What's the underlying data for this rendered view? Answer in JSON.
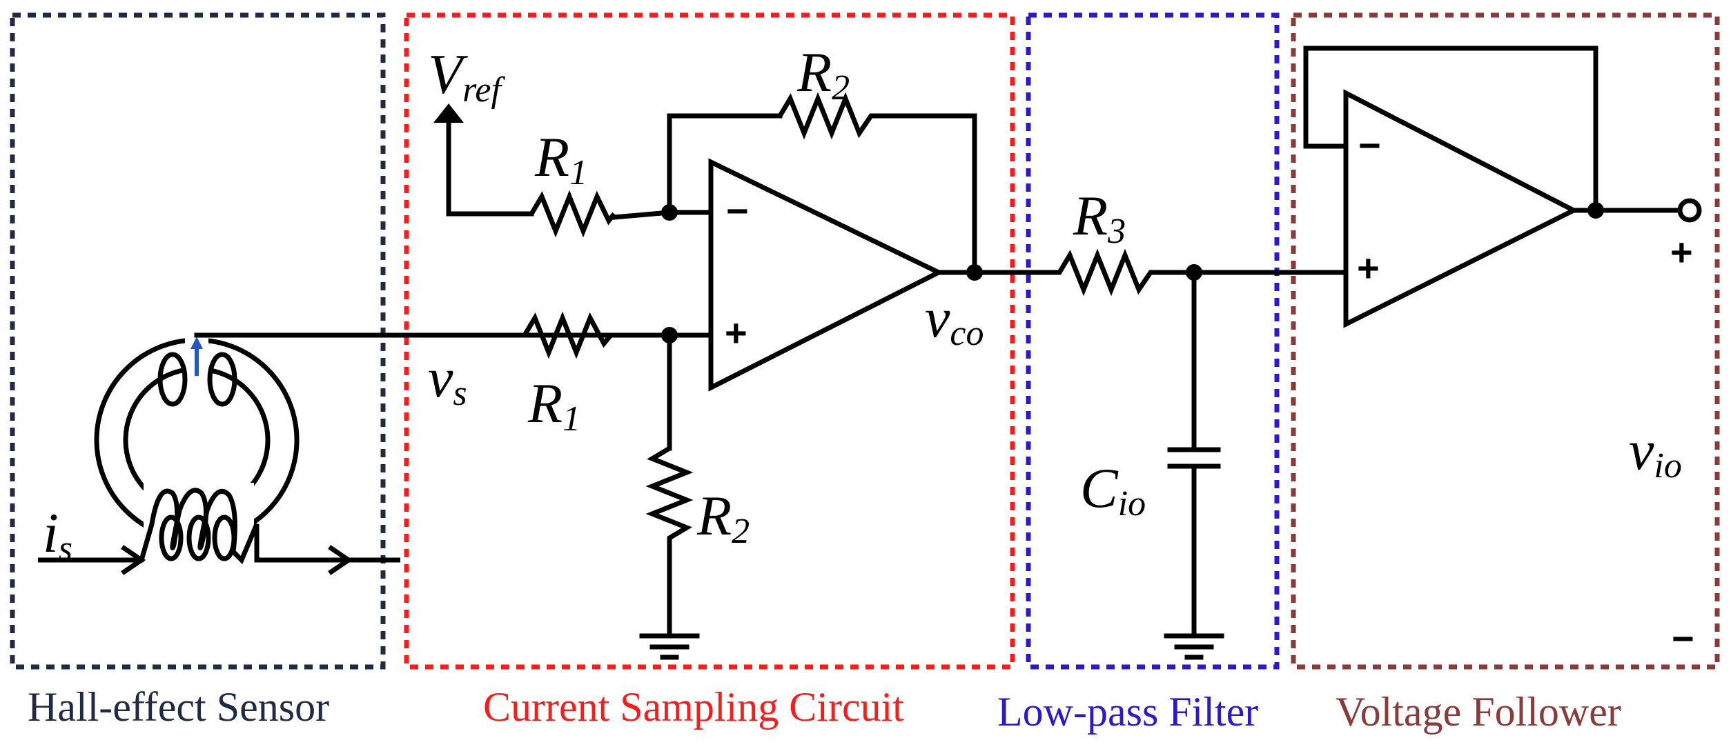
{
  "sections": {
    "hall": {
      "caption": "Hall-effect Sensor",
      "color": "#1f2a44"
    },
    "sampling": {
      "caption": "Current Sampling Circuit",
      "color": "#ff1a1a"
    },
    "filter": {
      "caption": "Low-pass Filter",
      "color": "#2a1acc"
    },
    "follower": {
      "caption": "Voltage Follower",
      "color": "#8b3a3a"
    }
  },
  "labels": {
    "vref": {
      "main": "V",
      "sub": "ref"
    },
    "r1_top": {
      "main": "R",
      "sub": "1"
    },
    "r2_top": {
      "main": "R",
      "sub": "2"
    },
    "r1_bottom": {
      "main": "R",
      "sub": "1"
    },
    "r2_ground": {
      "main": "R",
      "sub": "2"
    },
    "r3": {
      "main": "R",
      "sub": "3"
    },
    "cio": {
      "main": "C",
      "sub": "io"
    },
    "vs": {
      "main": "v",
      "sub": "s"
    },
    "vco": {
      "main": "v",
      "sub": "co"
    },
    "vio": {
      "main": "v",
      "sub": "io"
    },
    "is": {
      "main": "i",
      "sub": "s"
    }
  },
  "signs": {
    "opamp1_minus": "−",
    "opamp1_plus": "+",
    "opamp2_minus": "−",
    "opamp2_plus": "+",
    "out_plus": "+",
    "out_minus": "−"
  },
  "colors": {
    "hall_arrow": "#2255cc",
    "wire": "#000000"
  }
}
